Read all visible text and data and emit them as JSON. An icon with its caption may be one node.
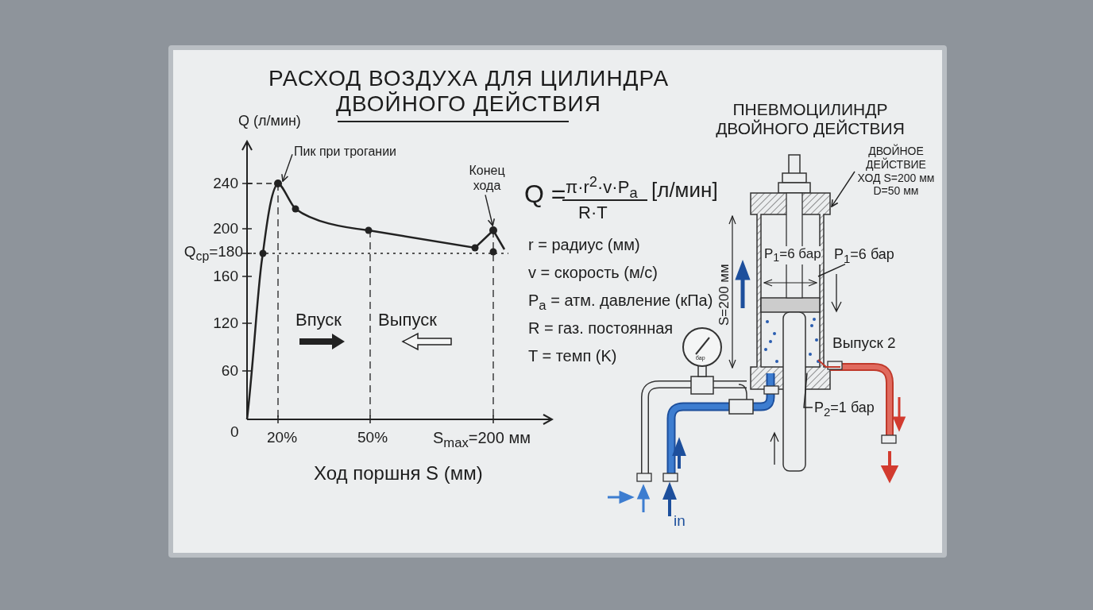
{
  "diagram": {
    "title": "РАСХОД ВОЗДУХА ДЛЯ ЦИЛИНДРА ДВОЙНОГО ДЕЙСТВИЯ",
    "nodes": [
      {
        "text": [
          "Пик при трогании"
        ]
      },
      {
        "text": [],
        "shape": "circle"
      },
      {
        "text": [
          "Конец хода"
        ]
      },
      {
        "text": [],
        "shape": "circle"
      },
      {
        "text": [
          "ДВОЙНОЕ ДЕЙСТВИЕ",
          "ХОД S=200 мм",
          "D=50 мм"
        ]
      },
      {
        "text": [
          "P$_{1}$=6 бар"
        ]
      },
      {
        "text": [
          "P$_{2}$=1 бар"
        ]
      }
    ],
    "edges": [
      {
        "from": 0,
        "to": 1,
        "arrow": "to"
      },
      {
        "from": 2,
        "to": 3,
        "arrow": "to"
      },
      {
        "from": 4,
        "to": null,
        "arrow": "to"
      },
      {
        "from": 5,
        "to": null,
        "arrow": "none"
      },
      {
        "from": 6,
        "to": null,
        "arrow": "none"
      }
    ],
    "labels": [
      "Q (л/мин)",
      "240",
      "200",
      "Q$_{ср}$=180",
      "160",
      "120",
      "60",
      "0",
      "20%",
      "50%",
      "S$_{max}$=200 мм",
      "Ход поршня S (мм)",
      "Впуск",
      "Выпуск",
      "Q =",
      "π·r$^{2}$·v·P$_{a}$",
      "R·T",
      "[л/мин]",
      "r = радиус (мм)",
      "v = скорость (м/с)",
      "P$_{a}$ = атм. давление (кПа)",
      "R = газ. постоянная",
      "T = темп (K)",
      "ПНЕВМОЦИЛИНДР ДВОЙНОГО ДЕЙСТВИЯ",
      "S=200 мм",
      "P$_{1}$=6 бар",
      "Выпуск 2",
      "бар",
      "in"
    ]
  }
}
